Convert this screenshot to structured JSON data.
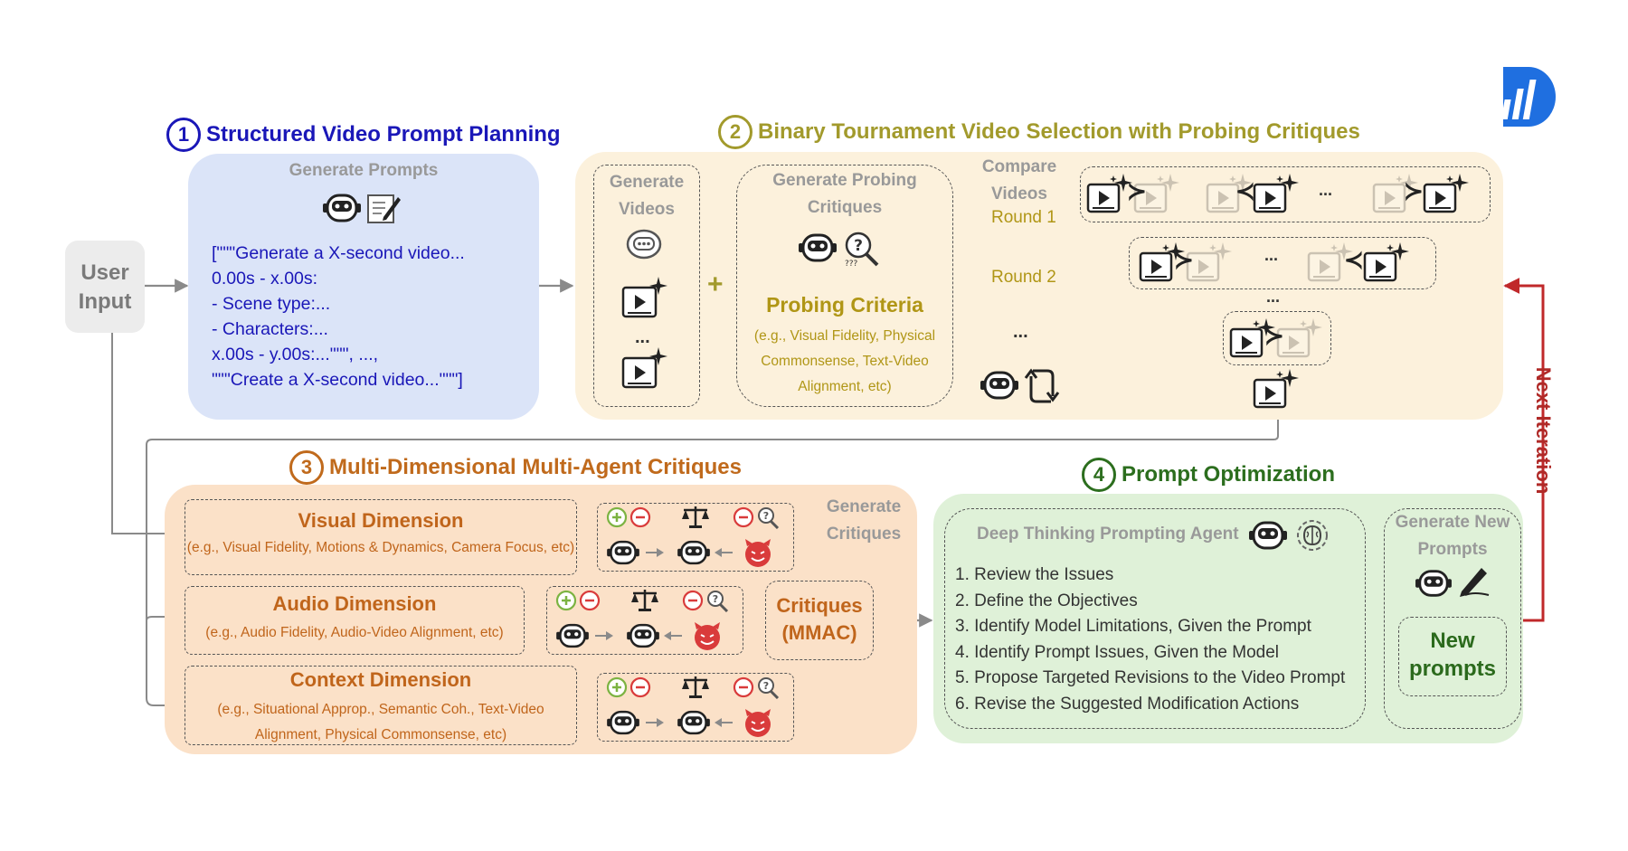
{
  "user_input": {
    "line1": "User",
    "line2": "Input"
  },
  "step1": {
    "num": "1",
    "title": "Structured Video Prompt Planning",
    "subtitle": "Generate Prompts",
    "code": [
      "[\"\"\"Generate a X-second video...",
      "0.00s - x.00s:",
      "- Scene type:...",
      "- Characters:...",
      "x.00s - y.00s:...\"\"\", ...,",
      "\"\"\"Create a X-second video...\"\"\"]"
    ]
  },
  "step2": {
    "num": "2",
    "title": "Binary Tournament Video Selection with Probing Critiques",
    "gen_videos": {
      "line1": "Generate",
      "line2": "Videos"
    },
    "plus": "+",
    "gen_probing": {
      "line1": "Generate Probing",
      "line2": "Critiques"
    },
    "probing_title": "Probing Criteria",
    "probing_desc": [
      "(e.g., Visual Fidelity, Physical",
      "Commonsense, Text-Video",
      "Alignment, etc)"
    ],
    "compare": {
      "line1": "Compare",
      "line2": "Videos"
    },
    "round1": "Round 1",
    "round2": "Round 2",
    "ellipsis": "...",
    "compare_ops": {
      "gt": "≻",
      "lt": "≺"
    }
  },
  "step3": {
    "num": "3",
    "title": "Multi-Dimensional Multi-Agent Critiques",
    "generate_critiques": {
      "line1": "Generate",
      "line2": "Critiques"
    },
    "visual": {
      "title": "Visual Dimension",
      "desc": "(e.g., Visual Fidelity, Motions & Dynamics, Camera Focus, etc)"
    },
    "audio": {
      "title": "Audio Dimension",
      "desc": "(e.g., Audio Fidelity, Audio-Video Alignment, etc)"
    },
    "context": {
      "title": "Context Dimension",
      "desc1": "(e.g., Situational Approp., Semantic Coh., Text-Video",
      "desc2": "Alignment, Physical Commonsense, etc)"
    },
    "critiques_box": {
      "line1": "Critiques",
      "line2": "(MMAC)"
    }
  },
  "step4": {
    "num": "4",
    "title": "Prompt Optimization",
    "agent": "Deep Thinking Prompting Agent",
    "steps": [
      "1. Review the Issues",
      "2. Define the Objectives",
      "3. Identify Model Limitations, Given the Prompt",
      "4. Identify Prompt Issues, Given the Model",
      "5. Propose Targeted Revisions to the Video Prompt",
      "6. Revise the Suggested Modification Actions"
    ],
    "gen_new": {
      "line1": "Generate New",
      "line2": "Prompts"
    },
    "new_prompts": {
      "line1": "New",
      "line2": "prompts"
    }
  },
  "next_iteration": "Next Iteration",
  "colors": {
    "step1": "#1a17b8",
    "step2": "#a29a2c",
    "step3": "#c06a1c",
    "step4": "#2c6e1e",
    "panel1": "#dbe4f8",
    "panel2": "#fcf1dc",
    "panel3": "#fbe1c8",
    "panel4": "#dff1d8",
    "dim_text": "#c0651b",
    "probing": "#b09616",
    "new_prompts": "#2b6a1c",
    "next_iteration": "#b02a28"
  }
}
